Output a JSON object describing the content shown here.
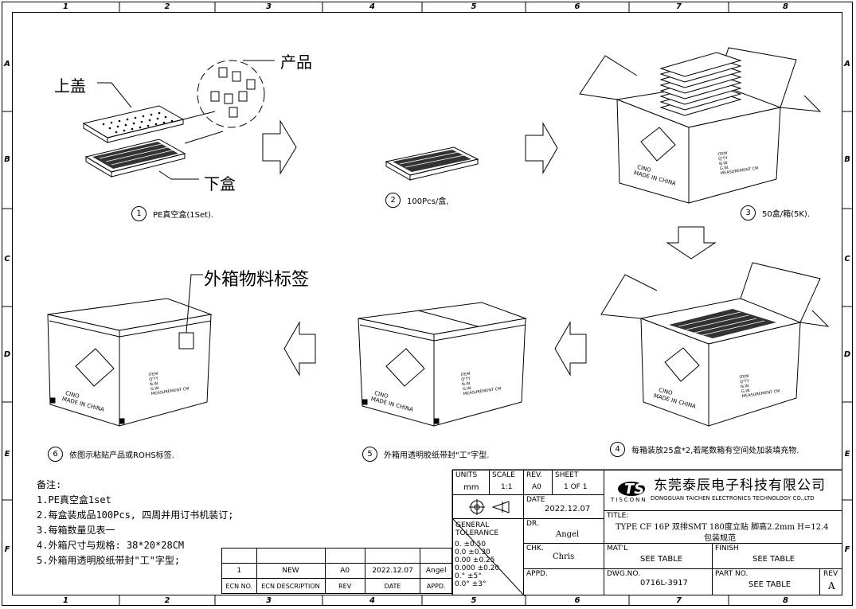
{
  "zones": {
    "columns": [
      "1",
      "2",
      "3",
      "4",
      "5",
      "6",
      "7",
      "8"
    ],
    "rows": [
      "A",
      "B",
      "C",
      "D",
      "E",
      "F"
    ]
  },
  "labels": {
    "lid": "上盖",
    "product": "产品",
    "bottom_box": "下盒",
    "outer_label": "外箱物料标签"
  },
  "box_print": {
    "brand": "CINO",
    "made_in": "MADE IN CHINA",
    "fields": [
      "ITEM",
      "Q'TY",
      "N.W.",
      "G.W.",
      "MEASUREMENT CM"
    ]
  },
  "steps": [
    {
      "num": "1",
      "text": "PE真空盒(1Set)."
    },
    {
      "num": "2",
      "text": "100Pcs/盒,"
    },
    {
      "num": "3",
      "text": "50盒/箱(5K)."
    },
    {
      "num": "4",
      "text": "每箱装放25盒*2,若尾数箱有空间处加装填充物."
    },
    {
      "num": "5",
      "text": "外箱用透明胶纸带封\"工\"字型."
    },
    {
      "num": "6",
      "text": "依图示粘贴产品或ROHS标签."
    }
  ],
  "notes": {
    "title": "备注:",
    "items": [
      "1.PE真空盒1set",
      "2.每盒装成品100Pcs, 四周并用订书机装订;",
      "3.每箱数量见表一",
      "4.外箱尺寸与规格: 38*20*28CM",
      "5.外箱用透明胶纸带封\"工\"字型;"
    ]
  },
  "revision_table": {
    "headers": [
      "ECN NO.",
      "ECN DESCRIPTION",
      "REV",
      "DATE",
      "APPD."
    ],
    "rows": [
      {
        "ecn": "1",
        "desc": "NEW",
        "rev": "A0",
        "date": "2022.12.07",
        "appd": "Angel"
      }
    ]
  },
  "title_block": {
    "units_label": "UNITS",
    "units": "mm",
    "scale_label": "SCALE",
    "scale": "1:1",
    "rev_label": "REV.",
    "rev": "A0",
    "sheet_label": "SHEET",
    "sheet": "1 OF 1",
    "date_label": "DATE",
    "date": "2022.12.07",
    "general_tolerance": "GENERAL TOLERANCE",
    "tolerances": [
      {
        "dec": "0.",
        "tol": "±0.50"
      },
      {
        "dec": "0.0",
        "tol": "±0.30"
      },
      {
        "dec": "0.00",
        "tol": "±0.25"
      },
      {
        "dec": "0.000",
        "tol": "±0.20"
      },
      {
        "dec": "0.°",
        "tol": "±5°"
      },
      {
        "dec": "0.0°",
        "tol": "±3°"
      }
    ],
    "dr_label": "DR.",
    "dr": "Angel",
    "chk_label": "CHK.",
    "chk": "Chris",
    "appd_label": "APPD.",
    "appd": "",
    "company_cn": "东莞泰辰电子科技有限公司",
    "company_en": "DONGGUAN TAICHEN ELECTRONICS TECHNOLOGY CO.,LTD",
    "logo_text": "TISCONN",
    "title_label": "TITLE:",
    "title": "TYPE CF 16P 双排SMT 180度立贴 脚高2.2mm H=12.4",
    "title2": "包装规范",
    "matl_label": "MAT'L",
    "matl": "SEE TABLE",
    "finish_label": "FINISH",
    "finish": "SEE TABLE",
    "dwg_label": "DWG.NO.",
    "dwg": "0716L-3917",
    "part_label": "PART NO.",
    "part": "SEE TABLE",
    "rev2_label": "REV",
    "rev2": "A"
  }
}
